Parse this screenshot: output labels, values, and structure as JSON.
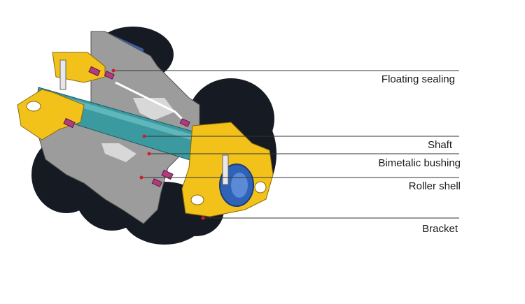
{
  "labels": {
    "floating_sealing": "Floating sealing",
    "shaft": "Shaft",
    "bimetalic_bushing": "Bimetalic bushing",
    "roller_shell": "Roller shell",
    "bracket": "Bracket"
  },
  "colors": {
    "background": "#ffffff",
    "bracket": "#f2c21b",
    "shaft": "#3a9aa0",
    "roller_shell": "#9c9c9c",
    "tire": "#161a22",
    "bushing": "#2f63b8",
    "seal": "#b23a7e",
    "leader_line": "#333333",
    "dot": "#d0202a"
  }
}
